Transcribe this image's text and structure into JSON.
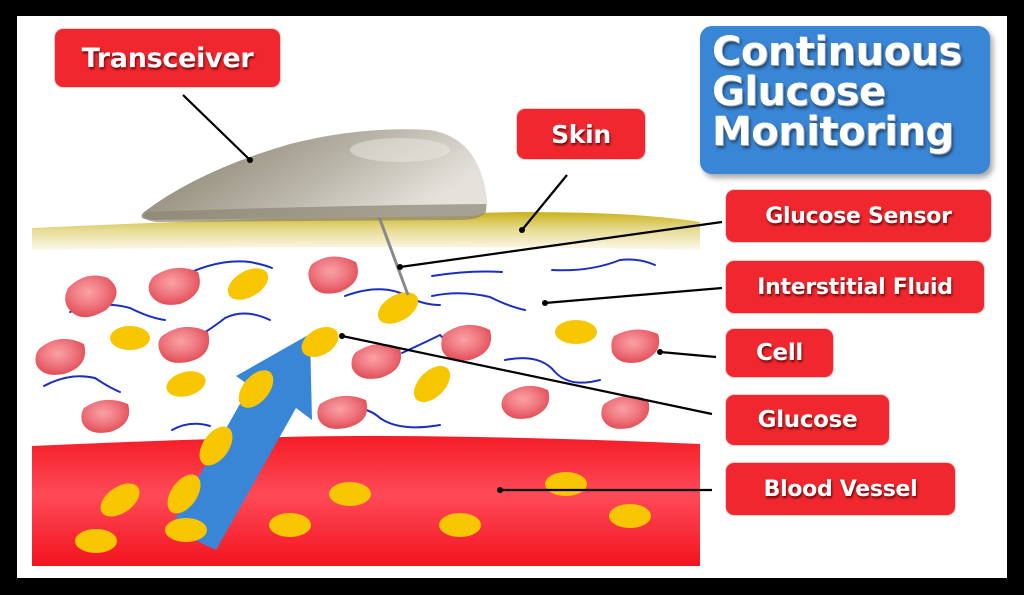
{
  "title": {
    "line1": "Continuous",
    "line2": "Glucose",
    "line3": "Monitoring"
  },
  "labels": {
    "transceiver": "Transceiver",
    "skin": "Skin",
    "glucose_sensor": "Glucose Sensor",
    "interstitial_fluid": "Interstitial Fluid",
    "cell": "Cell",
    "glucose": "Glucose",
    "blood_vessel": "Blood Vessel"
  },
  "colors": {
    "label_bg": "#f0272f",
    "title_bg": "#3a86d6",
    "skin": "#e8dc9c",
    "cell": "#ef6b74",
    "glucose": "#f7c600",
    "fluid_strand": "#1a2fc0",
    "blood_vessel": "#f52a36",
    "arrow": "#3a86d6",
    "transceiver": "#a39d8a"
  }
}
